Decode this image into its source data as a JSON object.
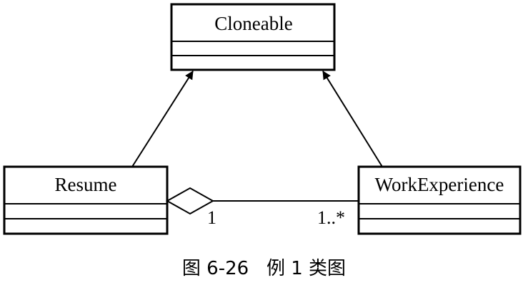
{
  "classes": {
    "cloneable": {
      "name": "Cloneable"
    },
    "resume": {
      "name": "Resume"
    },
    "work_experience": {
      "name": "WorkExperience"
    }
  },
  "relationships": {
    "resume_generalization": {
      "type": "generalization",
      "from": "Resume",
      "to": "Cloneable"
    },
    "work_experience_generalization": {
      "type": "generalization",
      "from": "WorkExperience",
      "to": "Cloneable"
    },
    "aggregation": {
      "type": "aggregation",
      "whole": "Resume",
      "part": "WorkExperience",
      "whole_multiplicity": "1",
      "part_multiplicity": "1..*"
    }
  },
  "caption": "图 6-26   例 1 类图"
}
